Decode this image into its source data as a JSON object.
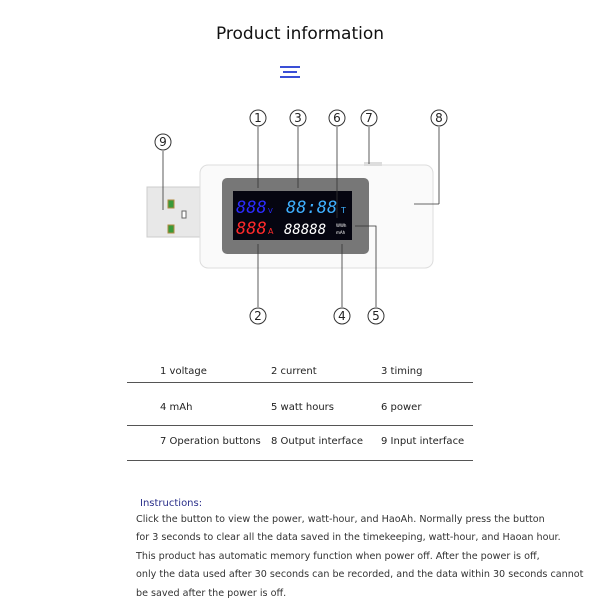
{
  "header": {
    "title": "Product information"
  },
  "device": {
    "voltage_display": "888",
    "voltage_unit": "V",
    "timer_display": "88:88",
    "timer_unit": "T",
    "current_display": "888",
    "current_unit": "A",
    "energy_display": "88888",
    "energy_unit_top": "WWh",
    "energy_unit_bottom": "mAh",
    "callouts": [
      "1",
      "2",
      "3",
      "4",
      "5",
      "6",
      "7",
      "8",
      "9"
    ]
  },
  "table": {
    "rows": [
      [
        "1 voltage",
        "2 current",
        "3 timing"
      ],
      [
        "4 mAh",
        "5 watt hours",
        "6 power"
      ],
      [
        "7 Operation buttons",
        "8 Output interface",
        "9 Input interface"
      ]
    ]
  },
  "instructions": {
    "heading": "Instructions:",
    "lines": [
      "Click the button to view the power, watt-hour, and HaoAh. Normally press the button",
      "for 3 seconds to clear all the data saved in the timekeeping, watt-hour, and Haoan hour.",
      "This product has automatic memory function when power off. After the power is off,",
      "only the data used after 30 seconds can be recorded, and the data within 30 seconds cannot",
      "be saved after the power is off."
    ]
  },
  "colors": {
    "accent": "#3a4fd6",
    "voltage": "#2b2bff",
    "timer": "#3fb0ff",
    "current": "#ff2a2a",
    "energy": "#ffffff"
  }
}
